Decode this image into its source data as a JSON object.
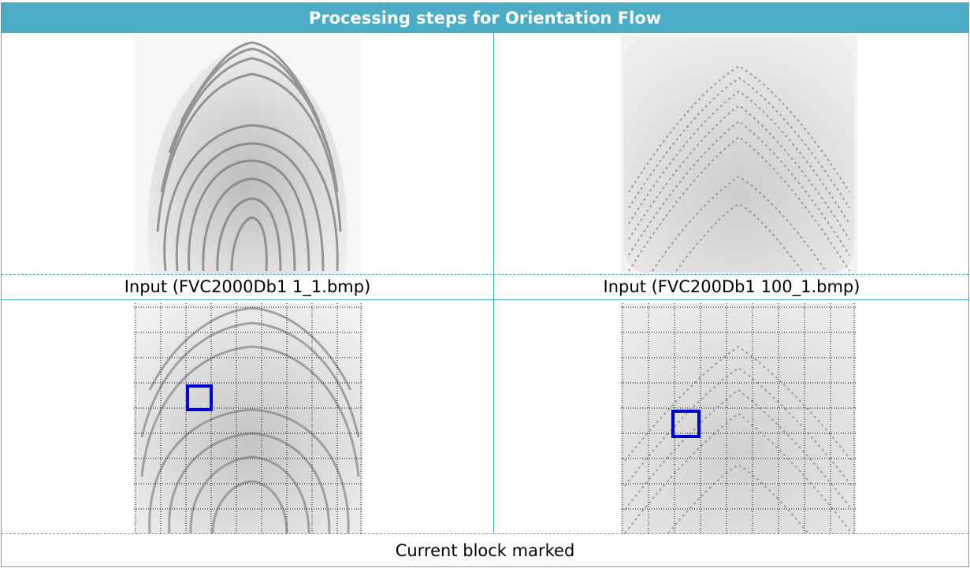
{
  "header": {
    "title": "Processing steps for Orientation Flow"
  },
  "row1": {
    "left_caption": "Input (FVC2000Db1 1_1.bmp)",
    "right_caption": "Input (FVC200Db1 100_1.bmp)"
  },
  "row2": {
    "caption": "Current block marked"
  },
  "colors": {
    "header_bg": "#4aacc5",
    "marker": "#0000d0"
  }
}
